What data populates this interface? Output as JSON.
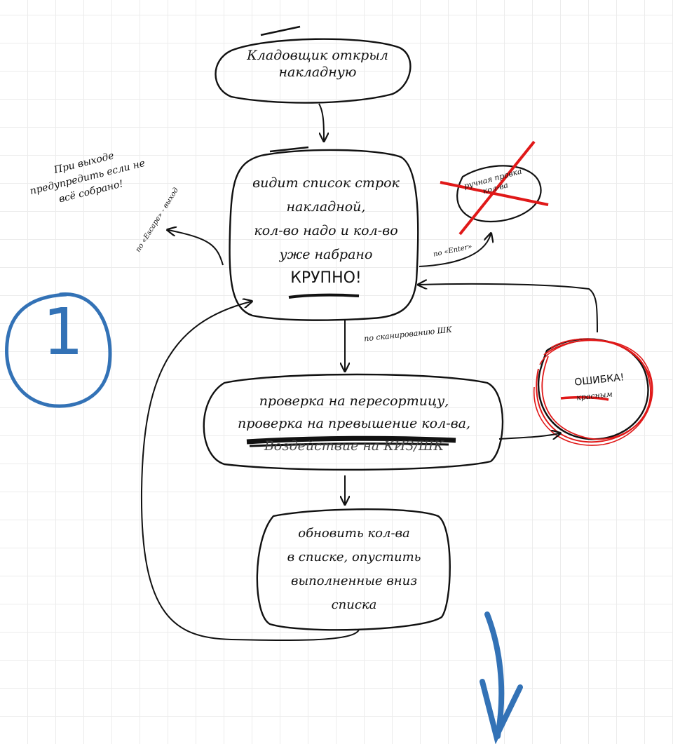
{
  "step_number": "1",
  "nodes": {
    "start": {
      "line1": "Кладовщик открыл",
      "line2": "накладную"
    },
    "main": {
      "line1": "видит список строк",
      "line2": "накладной,",
      "line3": "кол-во надо и кол-во",
      "line4": "уже набрано",
      "emphasis": "КРУПНО!"
    },
    "check": {
      "line1": "проверка на пересортицу,",
      "line2": "проверка на превышение кол-ва,",
      "line3_struck": "Воздействие на КИЗ/ШК"
    },
    "update": {
      "line1": "обновить кол-ва",
      "line2": "в списке, опустить",
      "line3": "выполненные вниз",
      "line4": "списка"
    },
    "error": {
      "title": "ОШИБКА!",
      "subtitle": "красным"
    },
    "manual_edit": {
      "line1": "ручная правка",
      "line2": "кол-ва"
    }
  },
  "notes": {
    "exit_warning": {
      "line1": "При выходе",
      "line2": "предупредить если не",
      "line3": "всё собрано!"
    }
  },
  "edges": {
    "esc_label": "по «Escape» - выход",
    "enter_label": "по «Enter»",
    "scan_label": "по сканированию ШК"
  },
  "colors": {
    "ink": "#111111",
    "error_red": "#e01818",
    "step_blue": "#3372b6"
  }
}
